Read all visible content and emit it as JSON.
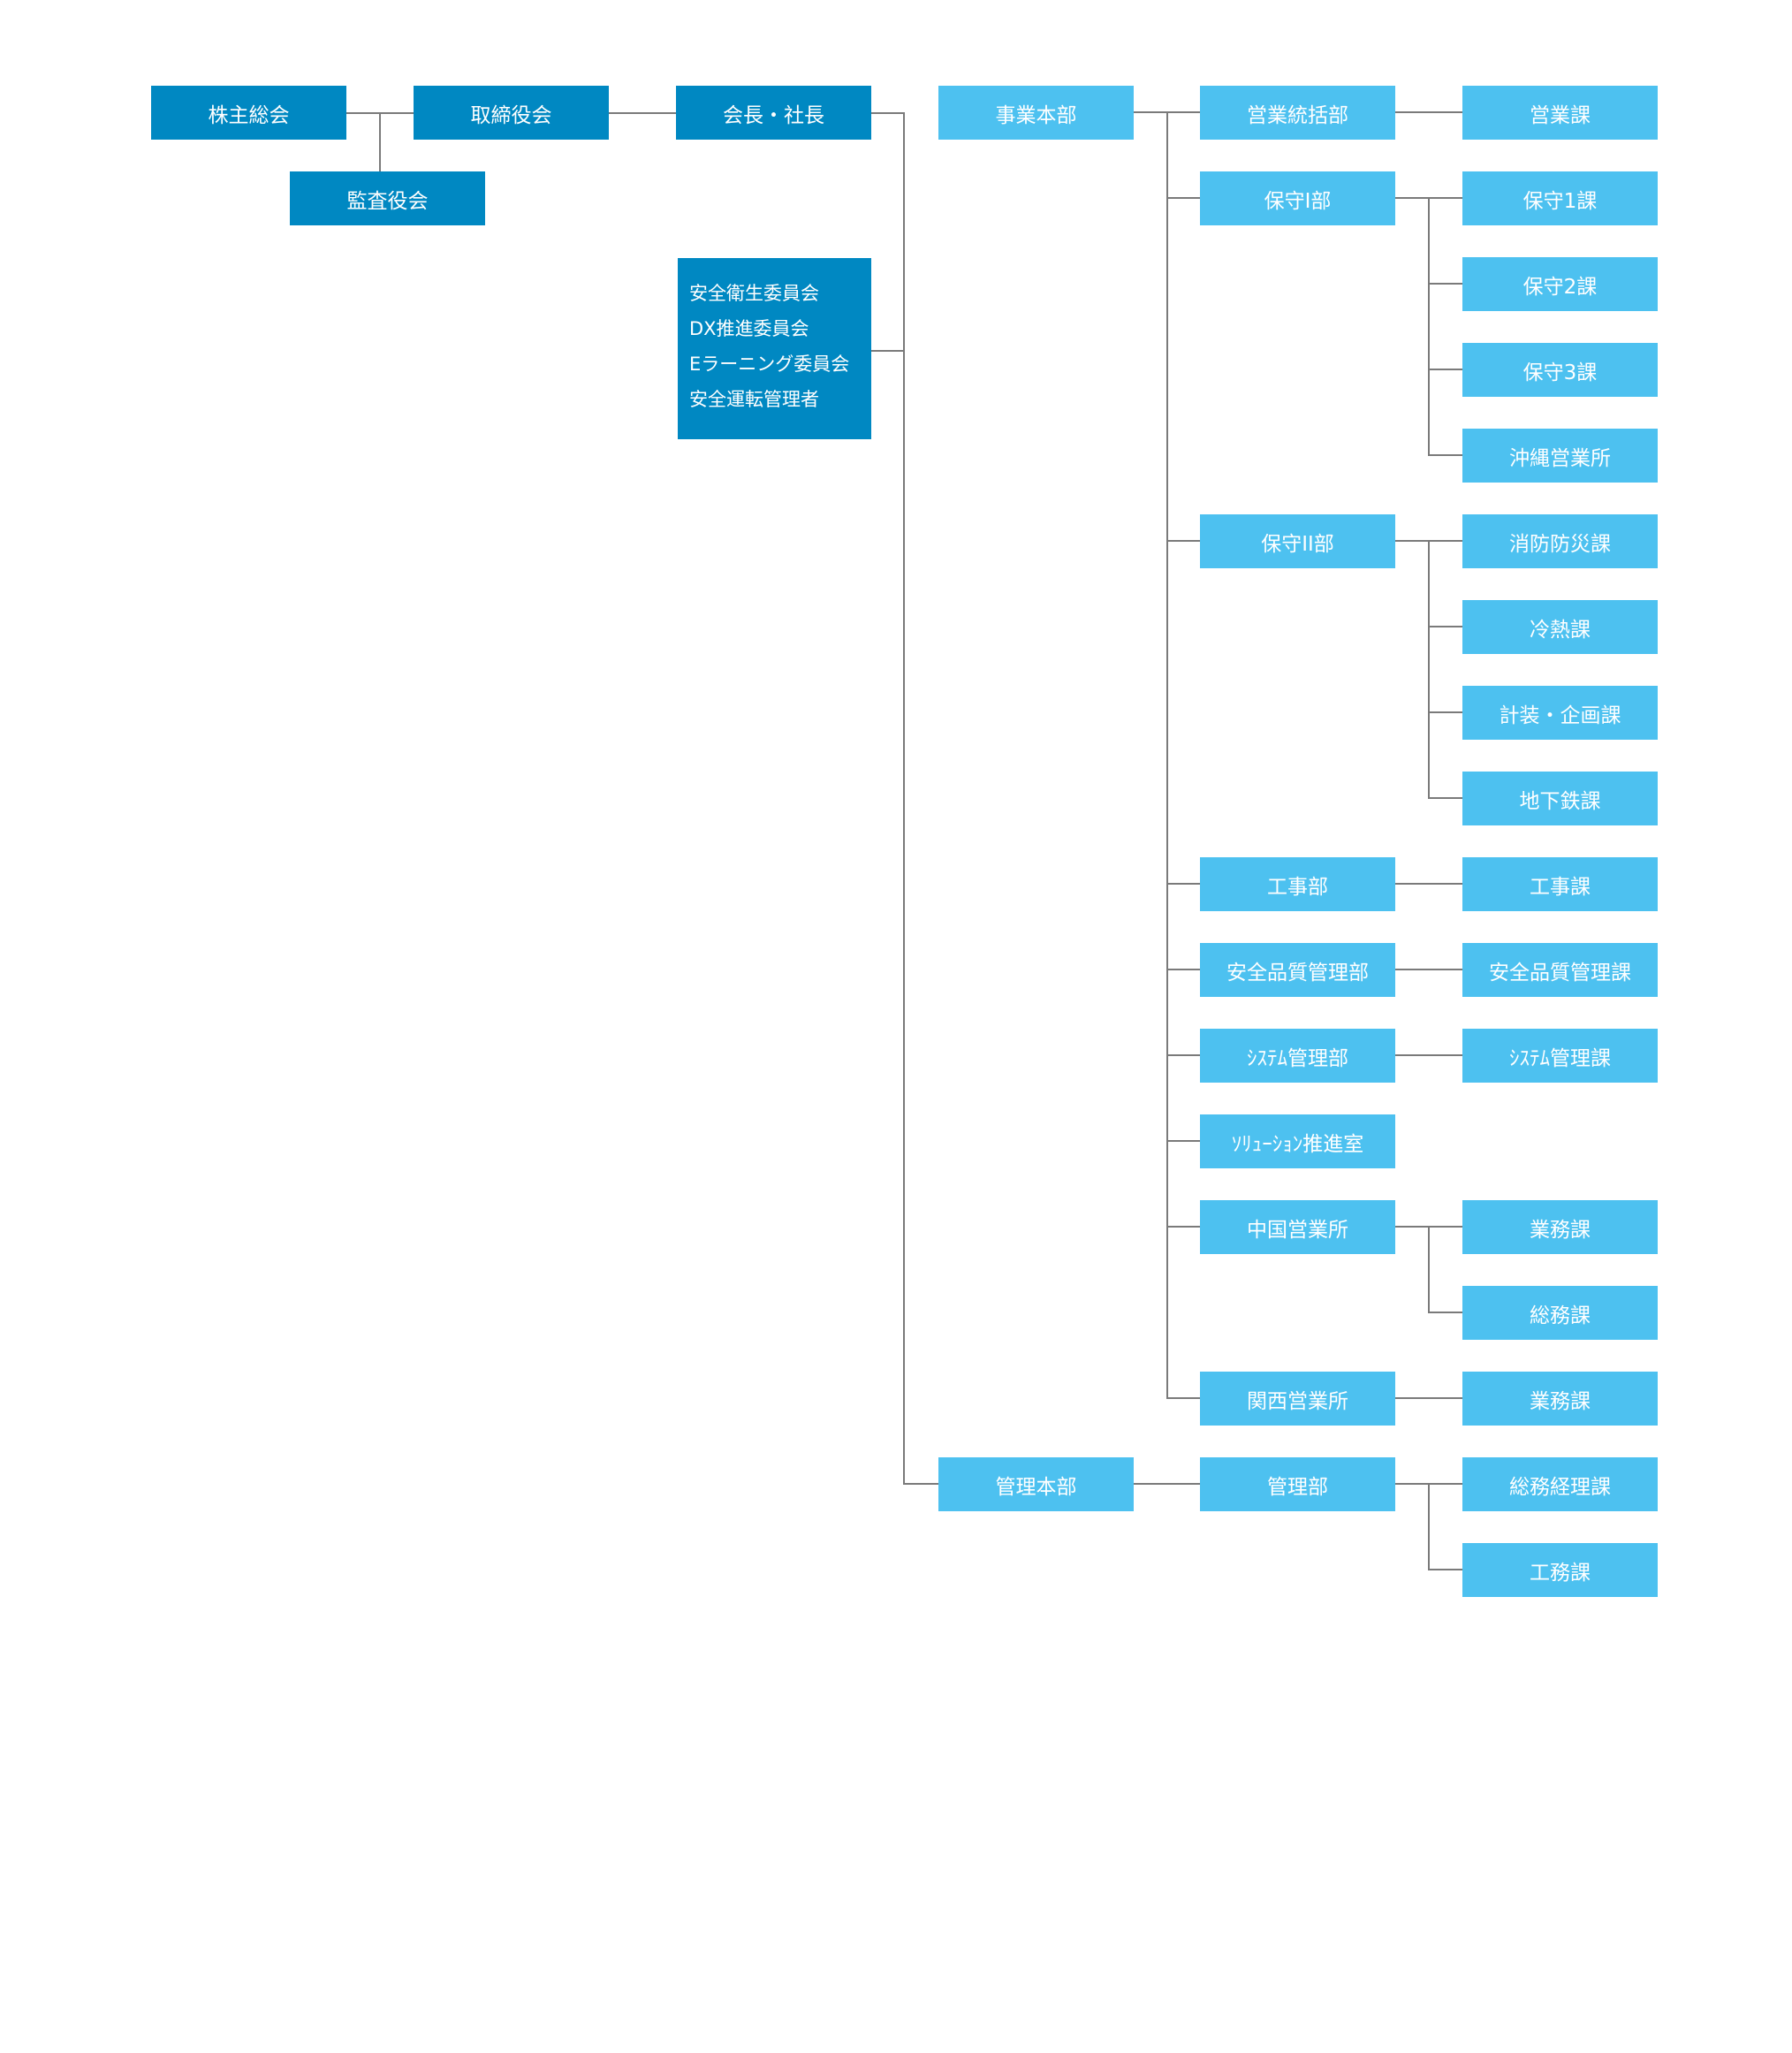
{
  "colors": {
    "dark": "#0088c2",
    "light": "#4dc1f0",
    "line": "#7a7a7a"
  },
  "top": {
    "shareholders": "株主総会",
    "board": "取締役会",
    "auditors": "監査役会",
    "president": "会長・社長"
  },
  "committees": [
    "安全衛生委員会",
    "DX推進委員会",
    "Eラーニング委員会",
    "安全運転管理者"
  ],
  "headquarters": [
    {
      "label": "事業本部",
      "departments": [
        {
          "label": "営業統括部",
          "sections": [
            "営業課"
          ]
        },
        {
          "label": "保守I部",
          "sections": [
            "保守1課",
            "保守2課",
            "保守3課",
            "沖縄営業所"
          ]
        },
        {
          "label": "保守II部",
          "sections": [
            "消防防災課",
            "冷熱課",
            "計装・企画課",
            "地下鉄課"
          ]
        },
        {
          "label": "工事部",
          "sections": [
            "工事課"
          ]
        },
        {
          "label": "安全品質管理部",
          "sections": [
            "安全品質管理課"
          ]
        },
        {
          "label": "ｼｽﾃﾑ管理部",
          "sections": [
            "ｼｽﾃﾑ管理課"
          ]
        },
        {
          "label": "ｿﾘｭｰｼｮﾝ推進室",
          "sections": []
        },
        {
          "label": "中国営業所",
          "sections": [
            "業務課",
            "総務課"
          ]
        },
        {
          "label": "関西営業所",
          "sections": [
            "業務課"
          ]
        }
      ]
    },
    {
      "label": "管理本部",
      "departments": [
        {
          "label": "管理部",
          "sections": [
            "総務経理課",
            "工務課"
          ]
        }
      ]
    }
  ]
}
